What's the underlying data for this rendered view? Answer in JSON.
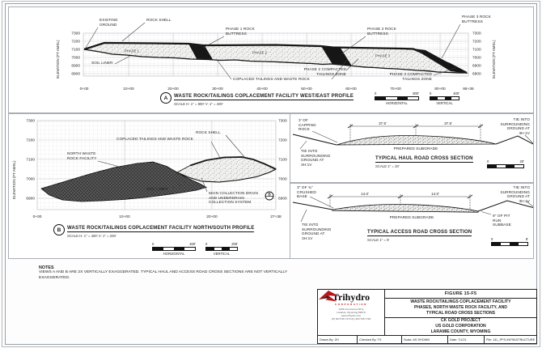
{
  "panelA": {
    "bubble": "A",
    "title": "WASTE ROCK/TAILINGS COPLACEMENT FACILITY WEST/EAST PROFILE",
    "scale_note": "SCALE H: 1\" = 800'   V: 1\" = 400'",
    "y_axis_label": "ELEVATION (FT AMSL)",
    "yticks": [
      "7300",
      "7200",
      "7100",
      "7000",
      "6900",
      "6800"
    ],
    "xticks": [
      "0+00",
      "10+00",
      "20+00",
      "30+00",
      "40+00",
      "50+00",
      "60+00",
      "70+00",
      "80+00",
      "86+36"
    ],
    "labels": {
      "existing_ground": "EXISTING\nGROUND",
      "rock_shell": "ROCK SHELL",
      "phase1_buttress": "PHASE 1 ROCK\nBUTTRESS",
      "phase2_buttress": "PHASE 2 ROCK\nBUTTRESS",
      "phase3_buttress": "PHASE 3 ROCK\nBUTTRESS",
      "soil_liner": "SOIL LINER",
      "phase1": "PHASE 1",
      "phase2": "PHASE 2",
      "phase3": "PHASE 3",
      "phase2_zone": "PHASE 2 COMPACTED\nTAILINGS ZONE",
      "phase3_zone": "PHASE 3 COMPACTED\nTAILINGS ZONE",
      "coplaced": "COPLACED TAILINGS AND WASTE ROCK"
    },
    "scalebar_h": {
      "zero": "0",
      "max": "800'",
      "label": "HORIZONTAL"
    },
    "scalebar_v": {
      "zero": "0",
      "max": "400'",
      "label": "VERTICAL"
    }
  },
  "panelB": {
    "bubble": "B",
    "title": "WASTE ROCK/TAILINGS COPLACEMENT FACILITY NORTH/SOUTH PROFILE",
    "scale_note": "SCALE H: 1\" = 400'   V: 1\" = 200'",
    "y_axis_label": "ELEVATION (FT AMSL)",
    "yticks": [
      "7300",
      "7200",
      "7100",
      "7000",
      "6900"
    ],
    "xticks": [
      "0+00",
      "10+00",
      "20+00",
      "27+38"
    ],
    "labels": {
      "north_wrf": "NORTH WASTE\nROCK FACILITY",
      "coplaced": "COPLACED TAILINGS AND WASTE ROCK",
      "rock_shell": "ROCK SHELL",
      "soil_liner": "SOIL LINER",
      "collection": "MAIN COLLECTION DRAIN\nAND UNDERDRAIN\nCOLLECTION SYSTEM",
      "detail_bubble": "B"
    },
    "scalebar_h": {
      "zero": "0",
      "max": "400'",
      "label": "HORIZONTAL"
    },
    "scalebar_v": {
      "zero": "0",
      "max": "200'",
      "label": "VERTICAL"
    }
  },
  "haul": {
    "title": "TYPICAL HAUL ROAD CROSS SECTION",
    "scale_note": "SCALE 1\" = 20'",
    "dim_left": "37.5'",
    "dim_right": "37.5'",
    "labels": {
      "capping": "3' OF\nCAPPING\nROCK",
      "tie_left": "TIE INTO\nSURROUNDING\nGROUND AT\n3H:1V",
      "tie_right": "TIE INTO\nSURROUNDING\nGROUND AT\n3H:1V",
      "subgrade": "PREPARED SUBGRADE"
    },
    "scalebar": {
      "zero": "0",
      "max": "20'"
    }
  },
  "access": {
    "title": "TYPICAL ACCESS ROAD CROSS SECTION",
    "scale_note": "SCALE 1\" = 8'",
    "dim_left": "14.0'",
    "dim_right": "14.0'",
    "labels": {
      "crushed": "3\" OF ¾\"\nCRUSHED\nBASE",
      "tie_left": "TIE INTO\nSURROUNDING\nGROUND AT\n3H:1V",
      "tie_right": "TIE INTO\nSURROUNDING\nGROUND AT\n3H:1V",
      "subgrade": "PREPARED SUBGRADE",
      "pitrun": "9\" OF PIT\nRUN\nSUBBASE"
    },
    "scalebar": {
      "zero": "0",
      "max": "8'"
    }
  },
  "notes": {
    "heading": "NOTES",
    "body": "VIEWS A AND B ARE 2X VERTICALLY EXAGGERATED.  TYPICAL HAUL AND ACCESS ROAD CROSS SECTIONS ARE NOT VERTICALLY EXAGGERATED."
  },
  "titleblock": {
    "figure_label": "FIGURE  15-F5",
    "sheet_title": "WASTE ROCK/TAILINGS COPLACEMENT FACILITY\nPHASES, NORTH WASTE ROCK FACILITY, AND\nTYPICAL ROAD CROSS SECTIONS",
    "project": "CK GOLD PROJECT\nUS GOLD CORPORATION\nLARAMIE COUNTY, WYOMING",
    "drawn_by": "Drawn By:  ZH",
    "checked_by": "Checked By:  TS",
    "scale": "Scale:  AS SHOWN",
    "date": "Date:  7/1/21",
    "file": "File: 14L_PFS-INFRASTRUCTURE",
    "logo": {
      "name": "Trihydro",
      "sub": "CORPORATION",
      "addr": "1252 Commerce Drive\nLaramie, Wyoming 82070\nwww.trihydro.com\n(P) 307/745.7474  (F) 307/745.7729"
    }
  }
}
